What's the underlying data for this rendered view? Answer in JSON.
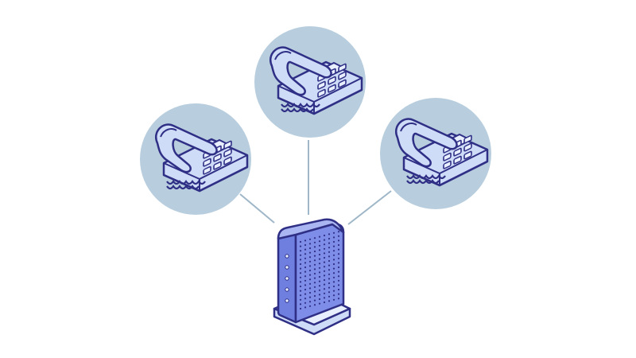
{
  "diagram": {
    "kind": "voip-phones-to-router",
    "nodes": [
      {
        "id": "phone-left",
        "label": "",
        "icon": "desk-phone-icon"
      },
      {
        "id": "phone-top",
        "label": "",
        "icon": "desk-phone-icon"
      },
      {
        "id": "phone-right",
        "label": "",
        "icon": "desk-phone-icon"
      },
      {
        "id": "router",
        "label": "",
        "icon": "router-icon"
      }
    ],
    "edges": [
      {
        "from": "phone-left",
        "to": "router"
      },
      {
        "from": "phone-top",
        "to": "router"
      },
      {
        "from": "phone-right",
        "to": "router"
      }
    ]
  },
  "colors": {
    "background": "#ffffff",
    "circle_fill": "#b8cede",
    "line_art": "#2f2f86",
    "phone_fill": "#cfdcf7",
    "router_fill": "#7e8ee8",
    "router_dark": "#3b3fa0",
    "connector": "#9fb7c8"
  }
}
